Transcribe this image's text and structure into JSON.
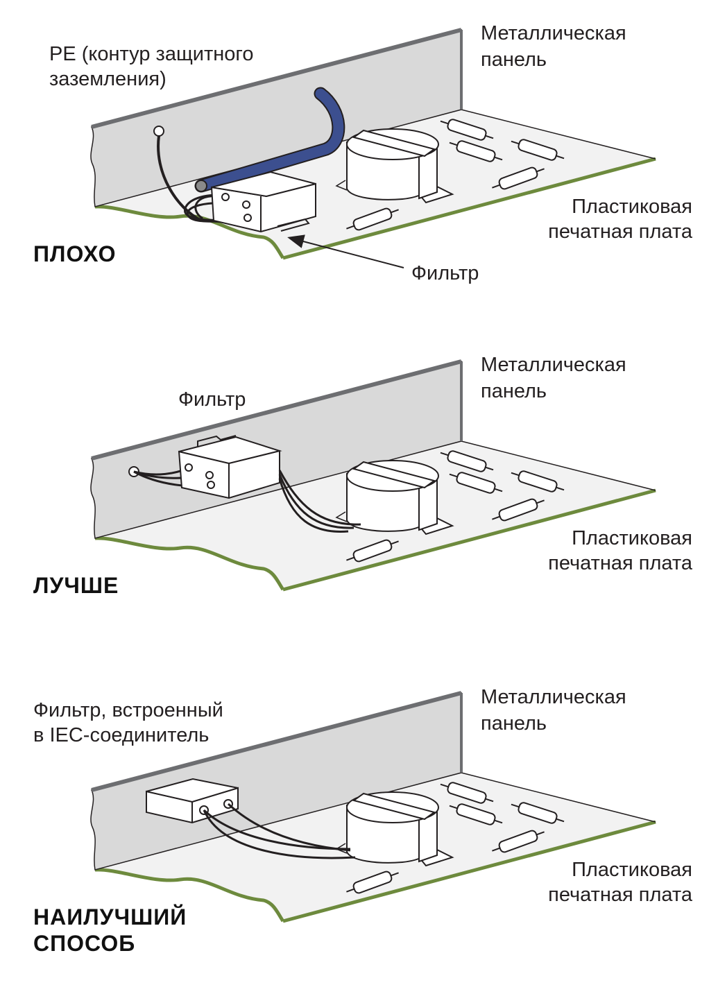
{
  "colors": {
    "panel_fill": "#d9d9d9",
    "panel_top_edge": "#6d6e71",
    "board_fill": "#f2f2f2",
    "board_edge": "#6d8a3d",
    "pe_cable": "#3c4f8f",
    "outline": "#231f20"
  },
  "icons": [
    "metal-panel",
    "pcb-board",
    "filter-box",
    "transformer",
    "resistor",
    "wire",
    "pe-cable",
    "arrow"
  ],
  "scenes": [
    {
      "verdict": "ПЛОХО",
      "panel_label": [
        "Металлическая",
        "панель"
      ],
      "board_label": [
        "Пластиковая",
        "печатная плата"
      ],
      "pe_label": [
        "PE (контур защитного",
        "заземления)"
      ],
      "filter_label": "Фильтр"
    },
    {
      "verdict": "ЛУЧШЕ",
      "panel_label": [
        "Металлическая",
        "панель"
      ],
      "board_label": [
        "Пластиковая",
        "печатная плата"
      ],
      "filter_label": "Фильтр"
    },
    {
      "verdict": [
        "НАИЛУЧШИЙ",
        "СПОСОБ"
      ],
      "panel_label": [
        "Металлическая",
        "панель"
      ],
      "board_label": [
        "Пластиковая",
        "печатная плата"
      ],
      "filter_label": [
        "Фильтр, встроенный",
        "в IEC-соединитель"
      ]
    }
  ]
}
